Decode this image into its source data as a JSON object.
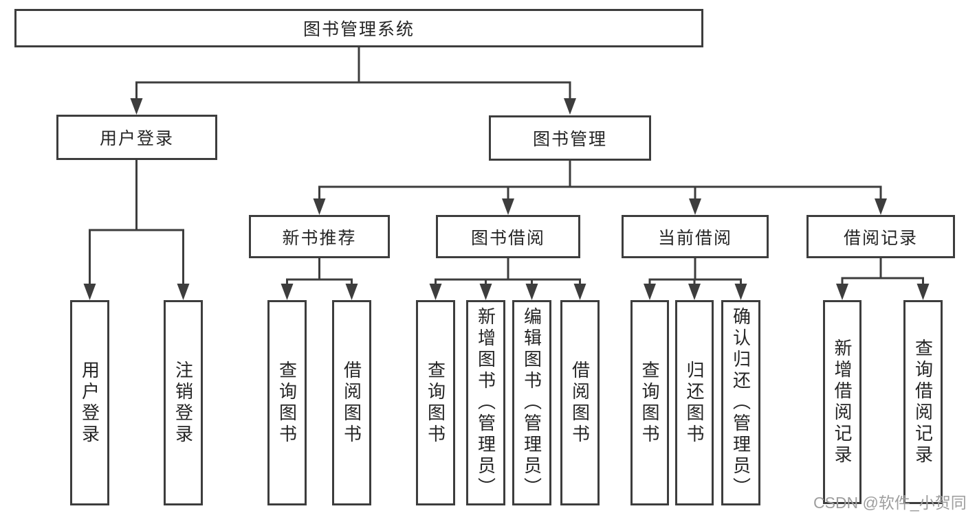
{
  "diagram_title": "图书管理系统",
  "colors": {
    "line": "#3d3d3d",
    "text": "#252525",
    "background": "#ffffff",
    "watermark": "#9e9e9e"
  },
  "nodes": {
    "root": {
      "label": "图书管理系统"
    },
    "user_login": {
      "label": "用户登录"
    },
    "book_mgmt": {
      "label": "图书管理"
    },
    "new_book_rec": {
      "label": "新书推荐"
    },
    "book_borrow": {
      "label": "图书借阅"
    },
    "current_borrow": {
      "label": "当前借阅"
    },
    "borrow_records": {
      "label": "借阅记录"
    },
    "leaf_user_login": {
      "label": "用户登录"
    },
    "leaf_logout": {
      "label": "注销登录"
    },
    "leaf_query_books_rec": {
      "label": "查询图书"
    },
    "leaf_borrow_books_rec": {
      "label": "借阅图书"
    },
    "leaf_query_books_borrow": {
      "label": "查询图书"
    },
    "leaf_add_books": {
      "label": "新增图书（管理员）"
    },
    "leaf_edit_books": {
      "label": "编辑图书（管理员）"
    },
    "leaf_borrow_books": {
      "label": "借阅图书"
    },
    "leaf_query_books_current": {
      "label": "查询图书"
    },
    "leaf_return_books": {
      "label": "归还图书"
    },
    "leaf_confirm_return": {
      "label": "确认归还（管理员）"
    },
    "leaf_add_borrow_record": {
      "label": "新增借阅记录"
    },
    "leaf_query_borrow_record": {
      "label": "查询借阅记录"
    }
  },
  "hierarchy": {
    "图书管理系统": [
      "用户登录",
      "图书管理"
    ],
    "用户登录": [
      "用户登录",
      "注销登录"
    ],
    "图书管理": [
      "新书推荐",
      "图书借阅",
      "当前借阅",
      "借阅记录"
    ],
    "新书推荐": [
      "查询图书",
      "借阅图书"
    ],
    "图书借阅": [
      "查询图书",
      "新增图书（管理员）",
      "编辑图书（管理员）",
      "借阅图书"
    ],
    "当前借阅": [
      "查询图书",
      "归还图书",
      "确认归还（管理员）"
    ],
    "借阅记录": [
      "新增借阅记录",
      "查询借阅记录"
    ]
  },
  "watermark": {
    "text": "CSDN @软件_小贺同学"
  }
}
